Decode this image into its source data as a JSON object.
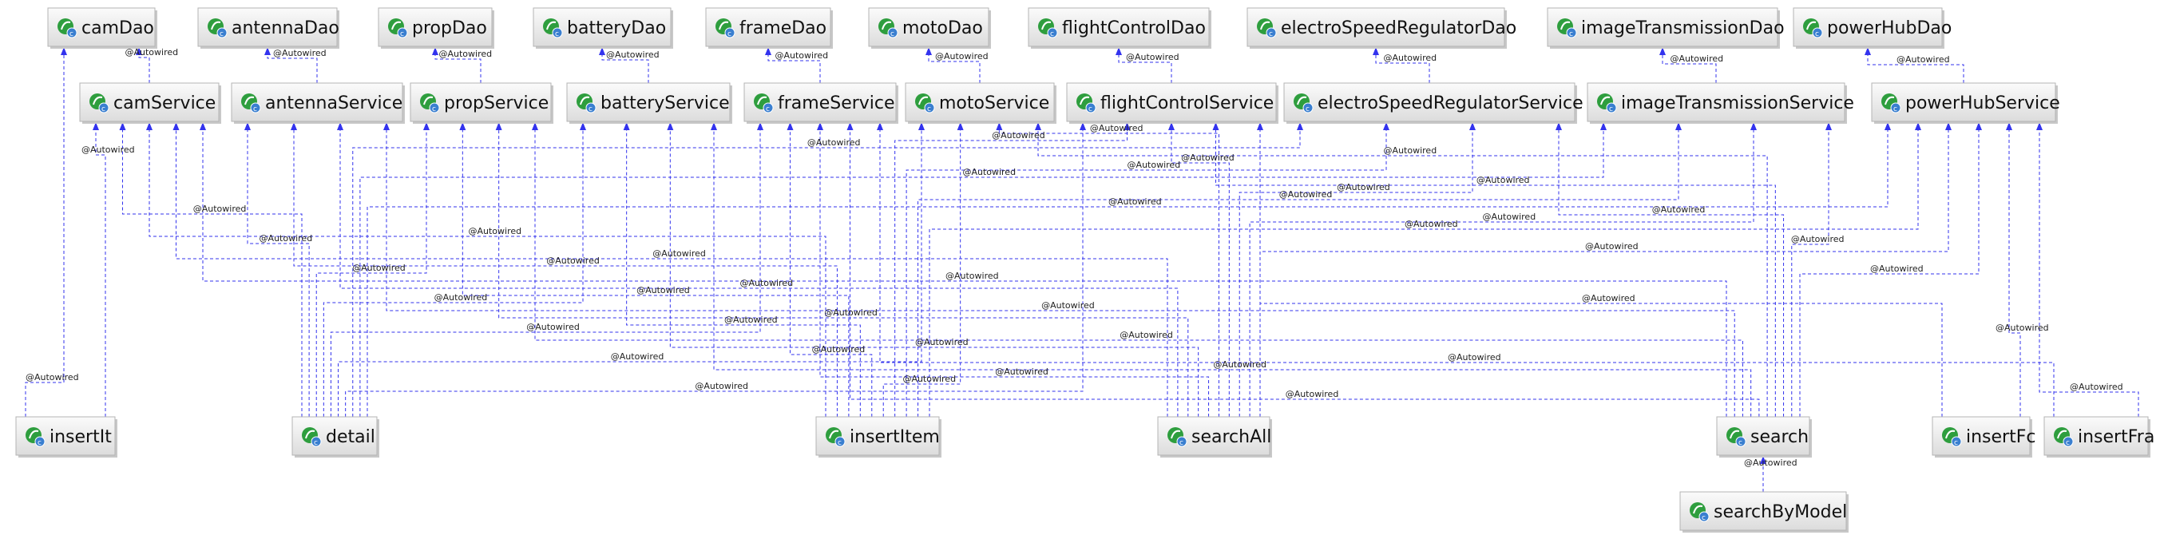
{
  "diagram": {
    "type": "dependency-graph",
    "edge_label": "@Autowired",
    "colors": {
      "edge": "#3333ee",
      "node_fill_top": "#fbfbfb",
      "node_fill_bottom": "#dcdcdc",
      "node_border": "#b4b4b4",
      "icon_green": "#2e9e3e",
      "icon_blue": "#3a7fd0"
    },
    "node_icon": "spring-bean-icon",
    "nodes": [
      {
        "id": "camDao",
        "label": "camDao"
      },
      {
        "id": "antennaDao",
        "label": "antennaDao"
      },
      {
        "id": "propDao",
        "label": "propDao"
      },
      {
        "id": "batteryDao",
        "label": "batteryDao"
      },
      {
        "id": "frameDao",
        "label": "frameDao"
      },
      {
        "id": "motoDao",
        "label": "motoDao"
      },
      {
        "id": "flightControlDao",
        "label": "flightControlDao"
      },
      {
        "id": "electroSpeedRegulatorDao",
        "label": "electroSpeedRegulatorDao"
      },
      {
        "id": "imageTransmissionDao",
        "label": "imageTransmissionDao"
      },
      {
        "id": "powerHubDao",
        "label": "powerHubDao"
      },
      {
        "id": "camService",
        "label": "camService"
      },
      {
        "id": "antennaService",
        "label": "antennaService"
      },
      {
        "id": "propService",
        "label": "propService"
      },
      {
        "id": "batteryService",
        "label": "batteryService"
      },
      {
        "id": "frameService",
        "label": "frameService"
      },
      {
        "id": "motoService",
        "label": "motoService"
      },
      {
        "id": "flightControlService",
        "label": "flightControlService"
      },
      {
        "id": "electroSpeedRegulatorService",
        "label": "electroSpeedRegulatorService"
      },
      {
        "id": "imageTransmissionService",
        "label": "imageTransmissionService"
      },
      {
        "id": "powerHubService",
        "label": "powerHubService"
      },
      {
        "id": "insertIt",
        "label": "insertIt"
      },
      {
        "id": "detail",
        "label": "detail"
      },
      {
        "id": "insertItem",
        "label": "insertItem"
      },
      {
        "id": "searchAll",
        "label": "searchAll"
      },
      {
        "id": "search",
        "label": "search"
      },
      {
        "id": "insertFc",
        "label": "insertFc"
      },
      {
        "id": "insertFra",
        "label": "insertFra"
      },
      {
        "id": "searchByModel",
        "label": "searchByModel"
      }
    ],
    "edges": [
      {
        "from": "camService",
        "to": "camDao"
      },
      {
        "from": "antennaService",
        "to": "antennaDao"
      },
      {
        "from": "propService",
        "to": "propDao"
      },
      {
        "from": "batteryService",
        "to": "batteryDao"
      },
      {
        "from": "frameService",
        "to": "frameDao"
      },
      {
        "from": "motoService",
        "to": "motoDao"
      },
      {
        "from": "flightControlService",
        "to": "flightControlDao"
      },
      {
        "from": "electroSpeedRegulatorService",
        "to": "electroSpeedRegulatorDao"
      },
      {
        "from": "imageTransmissionService",
        "to": "imageTransmissionDao"
      },
      {
        "from": "powerHubService",
        "to": "powerHubDao"
      },
      {
        "from": "insertIt",
        "to": "camService"
      },
      {
        "from": "insertIt",
        "to": "camDao"
      },
      {
        "from": "detail",
        "to": "camService"
      },
      {
        "from": "detail",
        "to": "antennaService"
      },
      {
        "from": "detail",
        "to": "propService"
      },
      {
        "from": "detail",
        "to": "batteryService"
      },
      {
        "from": "detail",
        "to": "frameService"
      },
      {
        "from": "detail",
        "to": "motoService"
      },
      {
        "from": "detail",
        "to": "flightControlService"
      },
      {
        "from": "detail",
        "to": "electroSpeedRegulatorService"
      },
      {
        "from": "detail",
        "to": "imageTransmissionService"
      },
      {
        "from": "detail",
        "to": "powerHubService"
      },
      {
        "from": "insertItem",
        "to": "camService"
      },
      {
        "from": "insertItem",
        "to": "antennaService"
      },
      {
        "from": "insertItem",
        "to": "propService"
      },
      {
        "from": "insertItem",
        "to": "batteryService"
      },
      {
        "from": "insertItem",
        "to": "frameService"
      },
      {
        "from": "insertItem",
        "to": "motoService"
      },
      {
        "from": "insertItem",
        "to": "flightControlService"
      },
      {
        "from": "insertItem",
        "to": "electroSpeedRegulatorService"
      },
      {
        "from": "insertItem",
        "to": "imageTransmissionService"
      },
      {
        "from": "insertItem",
        "to": "powerHubService"
      },
      {
        "from": "searchAll",
        "to": "camService"
      },
      {
        "from": "searchAll",
        "to": "antennaService"
      },
      {
        "from": "searchAll",
        "to": "propService"
      },
      {
        "from": "searchAll",
        "to": "batteryService"
      },
      {
        "from": "searchAll",
        "to": "frameService"
      },
      {
        "from": "searchAll",
        "to": "motoService"
      },
      {
        "from": "searchAll",
        "to": "flightControlService"
      },
      {
        "from": "searchAll",
        "to": "electroSpeedRegulatorService"
      },
      {
        "from": "searchAll",
        "to": "imageTransmissionService"
      },
      {
        "from": "searchAll",
        "to": "powerHubService"
      },
      {
        "from": "search",
        "to": "camService"
      },
      {
        "from": "search",
        "to": "antennaService"
      },
      {
        "from": "search",
        "to": "propService"
      },
      {
        "from": "search",
        "to": "batteryService"
      },
      {
        "from": "search",
        "to": "frameService"
      },
      {
        "from": "search",
        "to": "motoService"
      },
      {
        "from": "search",
        "to": "flightControlService"
      },
      {
        "from": "search",
        "to": "electroSpeedRegulatorService"
      },
      {
        "from": "search",
        "to": "imageTransmissionService"
      },
      {
        "from": "search",
        "to": "powerHubService"
      },
      {
        "from": "insertFc",
        "to": "flightControlService"
      },
      {
        "from": "insertFc",
        "to": "powerHubService"
      },
      {
        "from": "insertFra",
        "to": "frameService"
      },
      {
        "from": "insertFra",
        "to": "powerHubService"
      },
      {
        "from": "searchByModel",
        "to": "search"
      }
    ]
  }
}
